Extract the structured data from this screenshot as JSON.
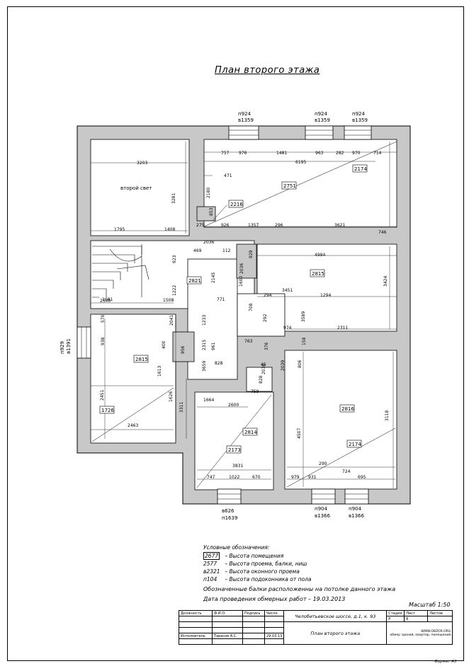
{
  "page": {
    "title": "План второго этажа"
  },
  "rooms": [
    {
      "name": "второй свет"
    },
    {
      "height": "2751"
    },
    {
      "height": "2216"
    },
    {
      "height": "2821"
    },
    {
      "height": "2815"
    },
    {
      "height": "2815"
    },
    {
      "height": "1726"
    },
    {
      "height": "2814"
    },
    {
      "height": "2173"
    },
    {
      "height": "2816"
    },
    {
      "height": "2174"
    },
    {
      "height": "2174"
    }
  ],
  "windows": [
    {
      "sill": "п924",
      "top": "в1359"
    },
    {
      "sill": "п924",
      "top": "в1359"
    },
    {
      "sill": "п924",
      "top": "в1359"
    },
    {
      "sill": "п929",
      "top": "в1391"
    },
    {
      "sill": "в626",
      "top": "п1639"
    },
    {
      "sill": "п904",
      "top": "в1366"
    },
    {
      "sill": "п904",
      "top": "в1366"
    }
  ],
  "dimensions": [
    "757",
    "976",
    "1481",
    "963",
    "282",
    "970",
    "714",
    "6195",
    "471",
    "3203",
    "2180",
    "3281",
    "853",
    "926",
    "1357",
    "296",
    "3621",
    "746",
    "275",
    "1795",
    "1408",
    "2036",
    "469",
    "112",
    "2036",
    "929",
    "4994",
    "3424",
    "923",
    "1222",
    "2145",
    "1600",
    "2500",
    "1049",
    "294",
    "3451",
    "1294",
    "708",
    "292",
    "974",
    "3589",
    "2311",
    "1081",
    "1508",
    "771",
    "1233",
    "763",
    "376",
    "570",
    "2041",
    "956",
    "2315",
    "961",
    "938",
    "400",
    "158",
    "806",
    "3659",
    "1613",
    "828",
    "45",
    "828",
    "2036",
    "2039",
    "759",
    "1664",
    "2600",
    "2451",
    "1626",
    "3311",
    "4507",
    "3118",
    "2463",
    "3831",
    "290",
    "724",
    "747",
    "1022",
    "670",
    "979",
    "931",
    "695"
  ],
  "legend": {
    "header": "Условные обозначения:",
    "items": [
      {
        "key": "2677",
        "text": "– Высота помещения"
      },
      {
        "key": "2577",
        "text": "– Высота проема, балки, ниш"
      },
      {
        "key": "в2321",
        "text": "– Высота оконного проема"
      },
      {
        "key": "п104",
        "text": "– Высота подоконника от пола"
      }
    ],
    "note1": "Обозначенные балки расположенны на потолке данного этажа",
    "note2": "Дата проведения обмерных работ – 19.03.2013"
  },
  "scale": "Масштаб 1:50",
  "stamp": {
    "h_position": "Должность",
    "h_name": "Ф.И.О.",
    "h_sign": "Подпись",
    "h_date": "Число",
    "role": "Исполнитель",
    "person": "Тарасов А.С.",
    "date": "29.03.13",
    "address": "Челобитьевское шоссе, д.1, к. 93",
    "sheet_title": "План второго этажа",
    "h_stage": "Стадия",
    "h_sheet": "Лист",
    "h_sheets": "Листов",
    "stage": "Р",
    "sheet_no": "6",
    "site": "WWW.OBZOR.ORG",
    "tagline": "обмер зданий, квартир, помещений"
  },
  "format": "Формат А3"
}
